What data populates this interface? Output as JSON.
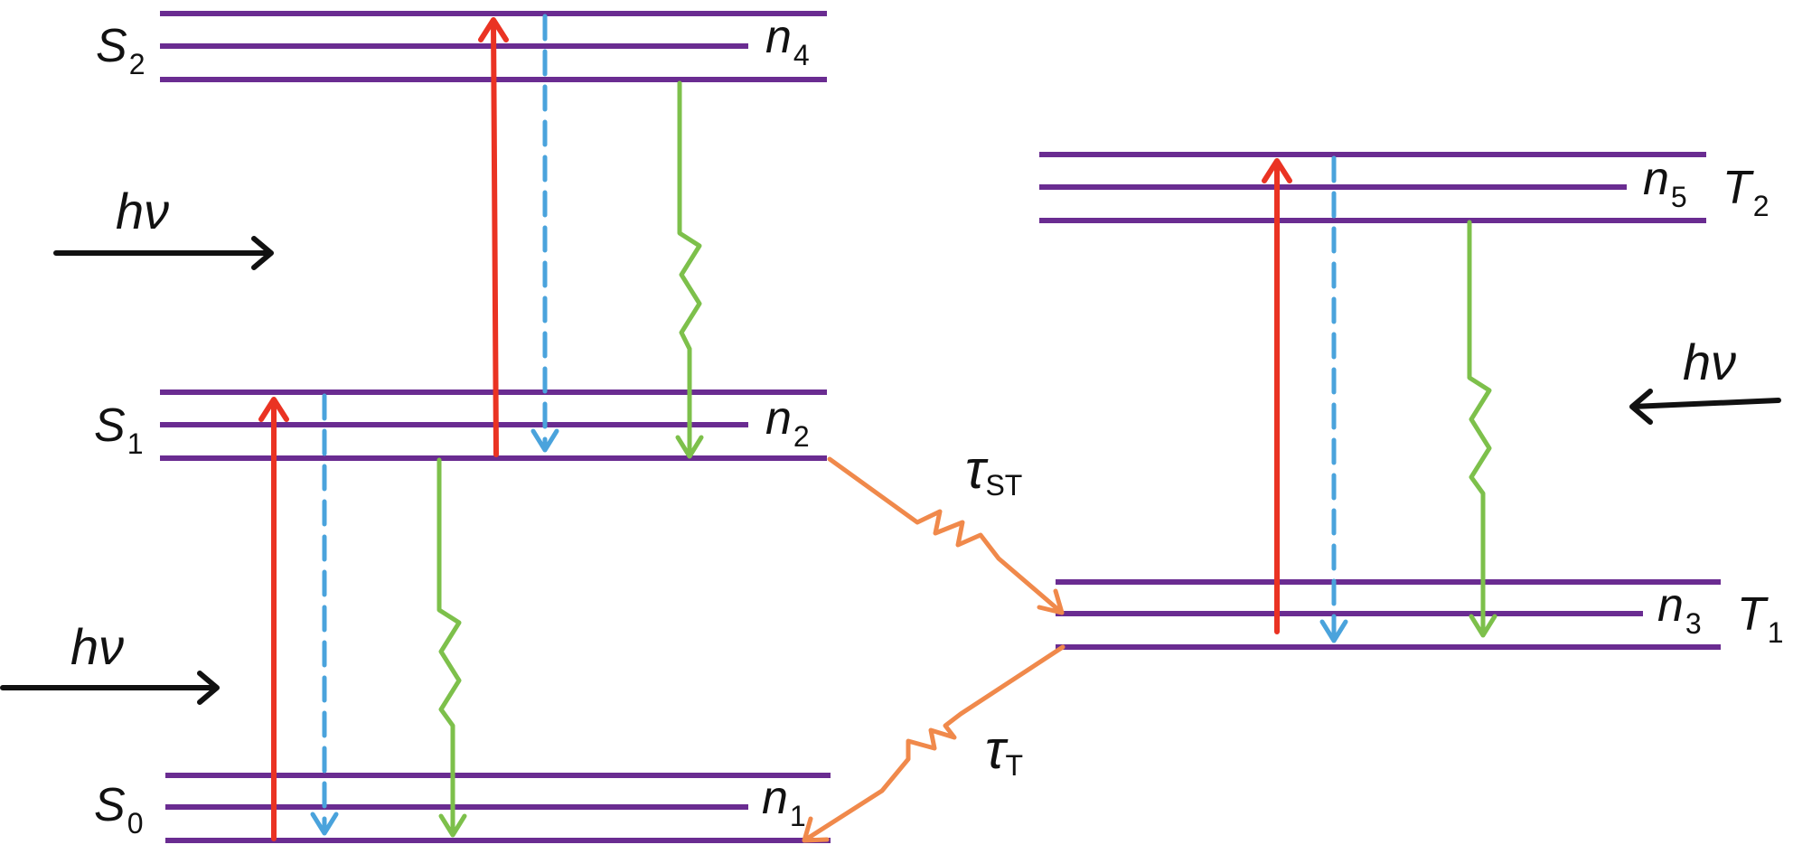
{
  "labels": {
    "S2": {
      "main": "S",
      "sub": "2"
    },
    "S1": {
      "main": "S",
      "sub": "1"
    },
    "S0": {
      "main": "S",
      "sub": "0"
    },
    "T2": {
      "main": "T",
      "sub": "2"
    },
    "T1": {
      "main": "T",
      "sub": "1"
    },
    "n4": {
      "main": "n",
      "sub": "4"
    },
    "n2": {
      "main": "n",
      "sub": "2"
    },
    "n1": {
      "main": "n",
      "sub": "1"
    },
    "n5": {
      "main": "n",
      "sub": "5"
    },
    "n3": {
      "main": "n",
      "sub": "3"
    },
    "tauST": {
      "main": "τ",
      "sub": "ST"
    },
    "tauT": {
      "main": "τ",
      "sub": "T"
    },
    "hv": "hν"
  },
  "colors": {
    "level": "#6a2c91",
    "absorption": "#ea3323",
    "emission": "#4aa3dc",
    "nonradiative": "#7dc04b",
    "intersystem": "#f0894b",
    "photon": "#111111"
  }
}
